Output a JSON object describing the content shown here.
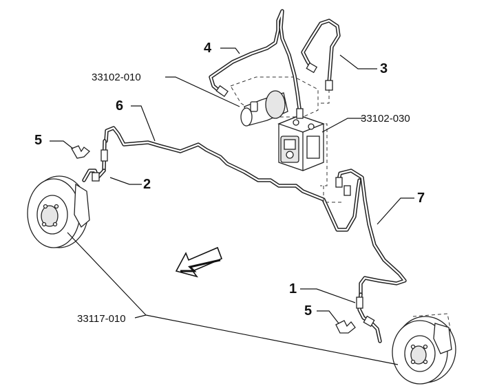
{
  "labels": {
    "l1": "1",
    "l2": "2",
    "l3": "3",
    "l4": "4",
    "l5a": "5",
    "l5b": "5",
    "l6": "6",
    "l7": "7",
    "master_cylinder": "33102-010",
    "abs_unit": "33102-030",
    "brake_discs": "33117-010"
  },
  "icons": {
    "direction_arrow": "direction-arrow-icon"
  }
}
